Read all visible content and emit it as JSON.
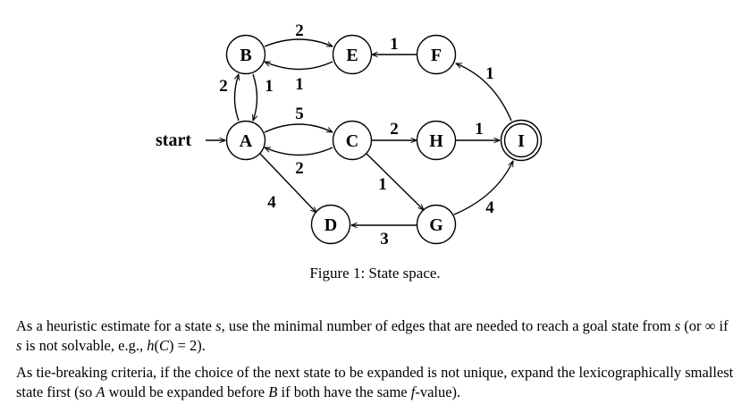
{
  "diagram": {
    "start_label": "start",
    "nodes": [
      {
        "id": "B",
        "label": "B",
        "goal": false
      },
      {
        "id": "E",
        "label": "E",
        "goal": false
      },
      {
        "id": "F",
        "label": "F",
        "goal": false
      },
      {
        "id": "A",
        "label": "A",
        "goal": false
      },
      {
        "id": "C",
        "label": "C",
        "goal": false
      },
      {
        "id": "H",
        "label": "H",
        "goal": false
      },
      {
        "id": "I",
        "label": "I",
        "goal": true
      },
      {
        "id": "D",
        "label": "D",
        "goal": false
      },
      {
        "id": "G",
        "label": "G",
        "goal": false
      }
    ],
    "edges": [
      {
        "from": "B",
        "to": "E",
        "weight": "2"
      },
      {
        "from": "E",
        "to": "B",
        "weight": "1"
      },
      {
        "from": "F",
        "to": "E",
        "weight": "1"
      },
      {
        "from": "I",
        "to": "F",
        "weight": "1"
      },
      {
        "from": "A",
        "to": "B",
        "weight": "2"
      },
      {
        "from": "B",
        "to": "A",
        "weight": "1"
      },
      {
        "from": "A",
        "to": "C",
        "weight": "5"
      },
      {
        "from": "C",
        "to": "A",
        "weight": "2"
      },
      {
        "from": "C",
        "to": "H",
        "weight": "2"
      },
      {
        "from": "H",
        "to": "I",
        "weight": "1"
      },
      {
        "from": "C",
        "to": "G",
        "weight": "1"
      },
      {
        "from": "A",
        "to": "D",
        "weight": "4"
      },
      {
        "from": "G",
        "to": "D",
        "weight": "3"
      },
      {
        "from": "G",
        "to": "I",
        "weight": "4"
      }
    ]
  },
  "caption": "Figure 1: State space.",
  "paragraph1": {
    "t1": "As a heuristic estimate for a state ",
    "v1": "s",
    "t2": ", use the minimal number of edges that are needed to reach a goal state from ",
    "v2": "s",
    "t3": " (or ∞ if ",
    "v3": "s",
    "t4": " is not solvable, e.g., ",
    "v4": "h",
    "t5": "(",
    "v5": "C",
    "t6": ") = 2)."
  },
  "paragraph2": {
    "t1": "As tie-breaking criteria, if the choice of the next state to be expanded is not unique, expand the lexicographically smallest state first (so ",
    "v1": "A",
    "t2": " would be expanded before ",
    "v2": "B",
    "t3": " if both have the same ",
    "v3": "f",
    "t4": "-value)."
  }
}
